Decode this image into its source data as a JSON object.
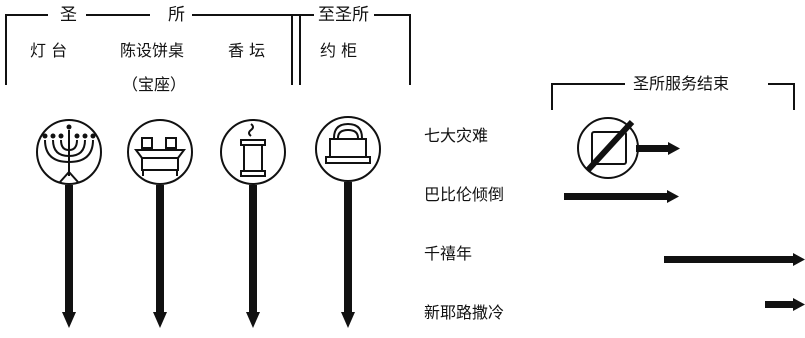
{
  "header": {
    "holy_place_char1": "圣",
    "holy_place_char2": "所",
    "holy_of_holies": "至圣所",
    "lampstand": "灯 台",
    "showbread_table": "陈设饼桌",
    "throne_note": "（宝座）",
    "incense_altar": "香 坛",
    "ark": "约 柜",
    "sanctuary_ends": "圣所服务结束"
  },
  "events": [
    {
      "label": "七大灾难"
    },
    {
      "label": "巴比伦倾倒"
    },
    {
      "label": "千禧年"
    },
    {
      "label": "新耶路撒冷"
    }
  ],
  "icons": [
    "menorah-icon",
    "table-icon",
    "altar-icon",
    "ark-icon",
    "closed-sanctuary-icon"
  ],
  "colors": {
    "ink": "#111111",
    "paper": "#ffffff"
  }
}
